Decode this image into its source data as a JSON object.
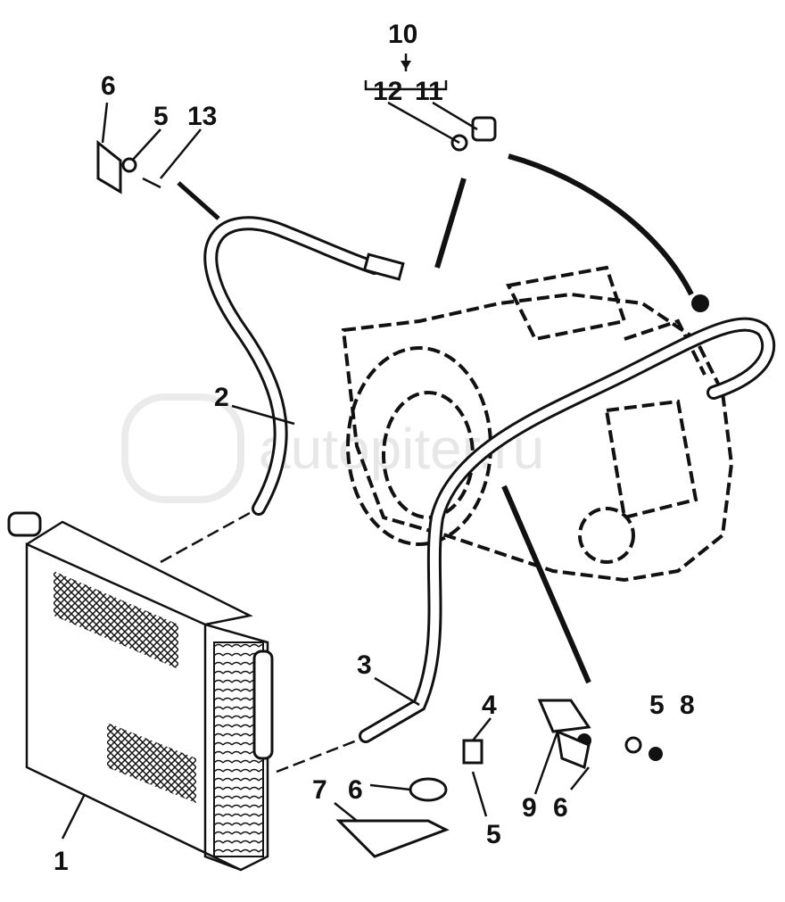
{
  "watermark": "autopiter.ru",
  "part_labels": {
    "p10": "10",
    "p12": "12",
    "p11": "11",
    "p6a": "6",
    "p5a": "5",
    "p13": "13",
    "p2": "2",
    "p3": "3",
    "p4": "4",
    "p7": "7",
    "p6b": "6",
    "p5b": "5",
    "p9": "9",
    "p6c": "6",
    "p5c": "5",
    "p8": "8",
    "p1": "1"
  }
}
